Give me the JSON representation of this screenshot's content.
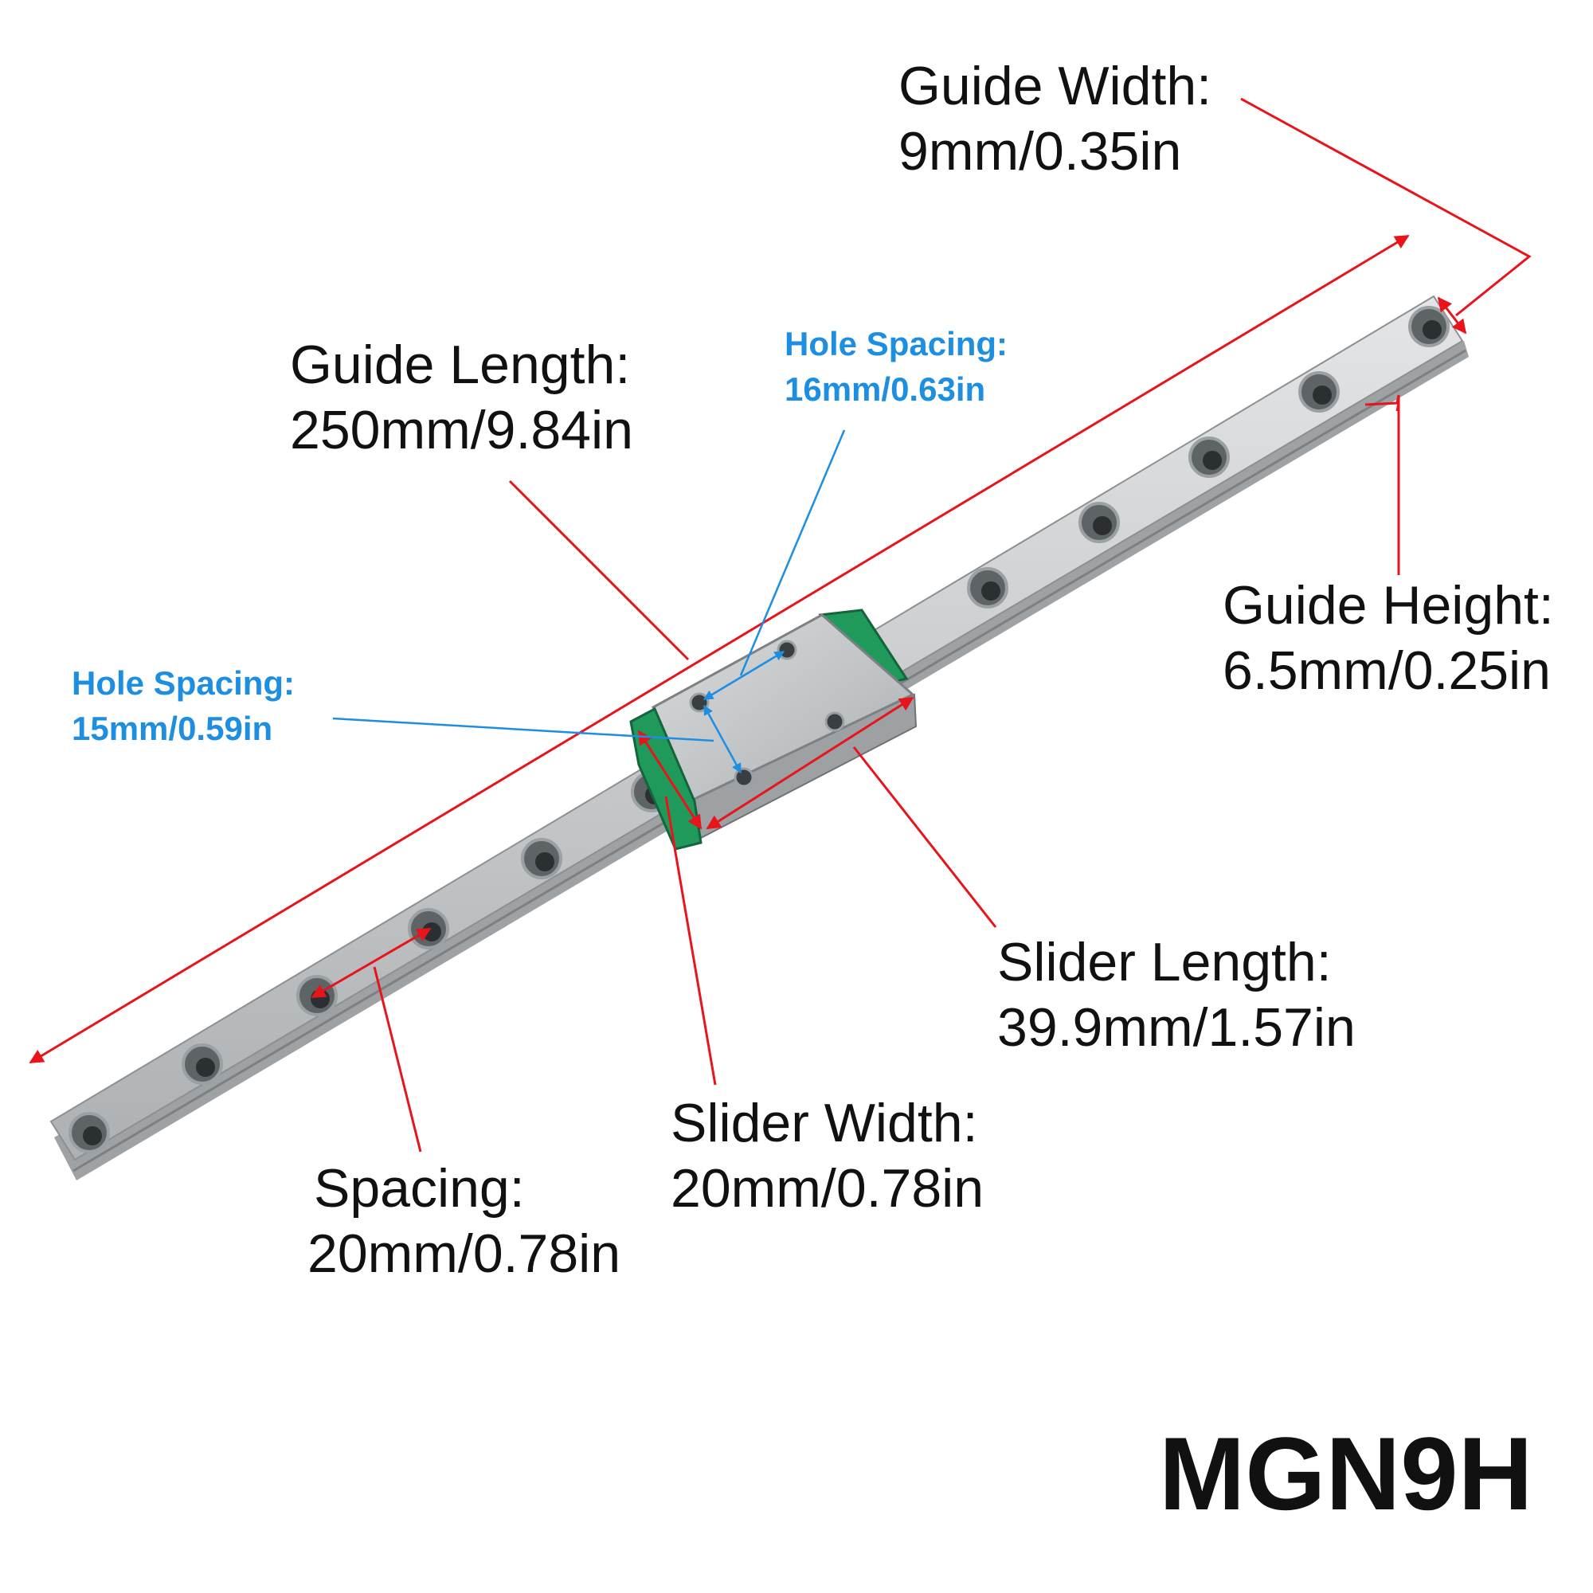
{
  "labels": {
    "guide_width": {
      "title": "Guide Width:",
      "value": "9mm/0.35in"
    },
    "guide_length": {
      "title": "Guide Length:",
      "value": "250mm/9.84in"
    },
    "hole_spacing_16": {
      "title": "Hole Spacing:",
      "value": "16mm/0.63in"
    },
    "hole_spacing_15": {
      "title": "Hole Spacing:",
      "value": "15mm/0.59in"
    },
    "guide_height": {
      "title": "Guide Height:",
      "value": "6.5mm/0.25in"
    },
    "slider_length": {
      "title": "Slider Length:",
      "value": "39.9mm/1.57in"
    },
    "slider_width": {
      "title": "Slider Width:",
      "value": "20mm/0.78in"
    },
    "spacing": {
      "title": "Spacing:",
      "value": "20mm/0.78in"
    }
  },
  "model": "MGN9H",
  "colors": {
    "dimension_line": "#e8141c",
    "hole_dimension": "#1e8ee0",
    "rail_steel": "#c9cbcd",
    "slider_seal": "#1f9a5a"
  }
}
